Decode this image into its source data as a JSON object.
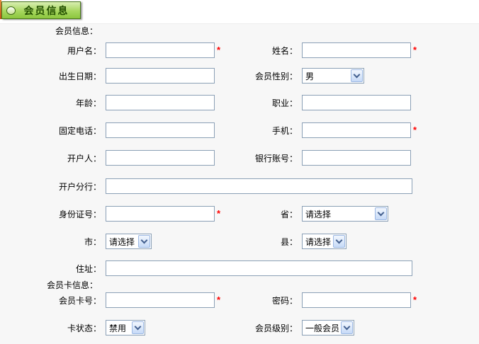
{
  "page": {
    "tab_title": "会员信息"
  },
  "form": {
    "section1_label": "会员信息：",
    "section2_label": "会员卡信息：",
    "required_marker": "*",
    "fields": {
      "username_label": "用户名：",
      "name_label": "姓名：",
      "birthdate_label": "出生日期：",
      "gender_label": "会员性别：",
      "gender_value": "男",
      "age_label": "年龄：",
      "occupation_label": "职业：",
      "landline_label": "固定电话：",
      "mobile_label": "手机：",
      "account_holder_label": "开户人：",
      "bank_account_label": "银行账号：",
      "bank_branch_label": "开户分行：",
      "id_number_label": "身份证号：",
      "province_label": "省：",
      "province_value": "请选择",
      "city_label": "市：",
      "city_value": "请选择",
      "county_label": "县：",
      "county_value": "请选择",
      "address_label": "住址：",
      "card_number_label": "会员卡号：",
      "password_label": "密码：",
      "card_status_label": "卡状态：",
      "card_status_value": "禁用",
      "member_level_label": "会员级别：",
      "member_level_value": "一般会员"
    }
  },
  "colors": {
    "tab_green_dark": "#48761c",
    "tab_green_light": "#d9eeb2",
    "tab_text": "#234f00",
    "field_border": "#8ba0b6",
    "required": "#ff0000",
    "page_bg": "#f7f7f7",
    "header_bg": "#ffffff",
    "accent_orange": "#c35317"
  }
}
